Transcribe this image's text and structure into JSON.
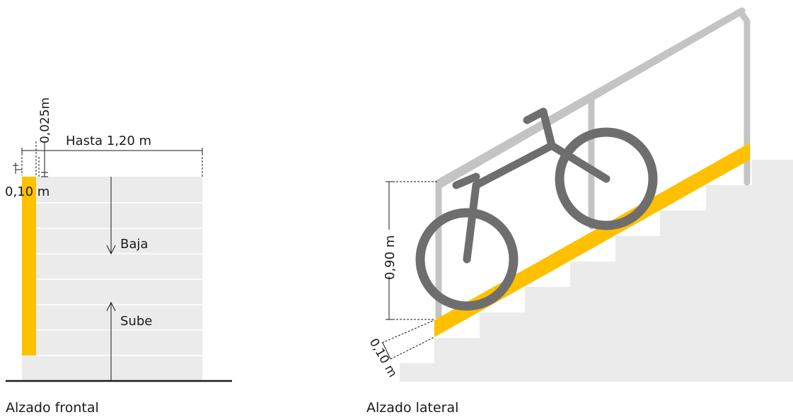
{
  "front": {
    "caption": "Alzado frontal",
    "width_label": "Hasta 1,20 m",
    "gap_label": "0,025m",
    "channel_label": "0,10 m",
    "down_label": "Baja",
    "up_label": "Sube"
  },
  "side": {
    "caption": "Alzado lateral",
    "height_label": "0,90 m",
    "channel_label": "0,10 m"
  },
  "colors": {
    "channel": "#FFC000",
    "stairs": "#EBEBEB",
    "handrail": "#C4C4C4",
    "bicycle": "#6E6E6E",
    "ink": "#1A1A1A"
  }
}
